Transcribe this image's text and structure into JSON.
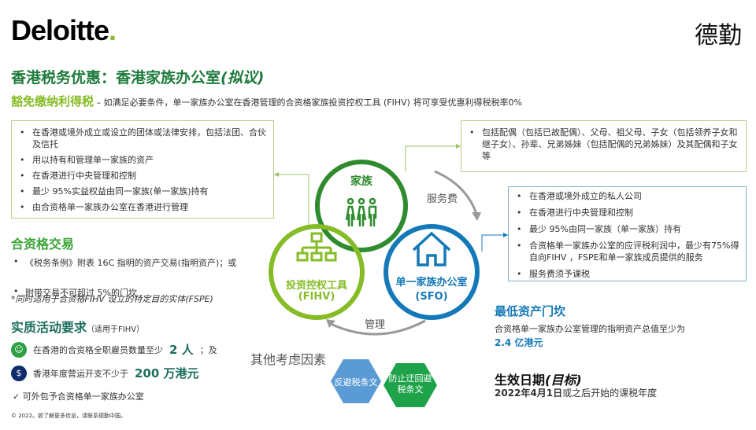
{
  "header": {
    "logo": "Deloitte",
    "logo_dot": ".",
    "brand_cn": "德勤"
  },
  "title": {
    "main": "香港税务优惠：香港家族办公室",
    "tag": "(拟议)"
  },
  "subtitle": {
    "highlight": "豁免缴纳利得税",
    "text": " – 如满足必要条件，单一家族办公室在香港管理的合资格家族投资控权工具 (FIHV) 将可享受优惠利得税税率0%"
  },
  "fihv_box": {
    "items": [
      "在香港或境外成立或设立的团体或法律安排，包括法团、合伙及信托",
      "用以持有和管理单一家族的资产",
      "在香港进行中央管理和控制",
      "最少 95%实益权益由同一家族(单一家族)持有",
      "由合资格单一家族办公室在香港进行管理"
    ]
  },
  "qualifying_transactions": {
    "heading": "合资格交易",
    "items": [
      "《税务条例》附表 16C 指明的资产交易(指明资产)；或",
      "附带交易不可超过 5%的门坎"
    ],
    "note": "*同时适用于合资格FIHV 设立的特定目的实体(FSPE)"
  },
  "substance": {
    "heading": "实质活动要求",
    "heading_note": "（适用于FIHV）",
    "row1_text": "在香港的合资格全职雇员数量至少",
    "row1_value": "2 人",
    "row1_suffix": "；及",
    "row2_text": "香港年度营运开支不少于",
    "row2_value": "200 万港元",
    "check_text": "✓ 可外包予合资格单一家族办公室"
  },
  "footer": {
    "copyright": "© 2022。欲了解更多信息，请联系德勤中国。"
  },
  "family_box": {
    "items": [
      "包括配偶（包括已故配偶）、父母、祖父母、子女（包括领养子女和继子女）、孙辈、兄弟姊妹（包括配偶的兄弟姊妹）及其配偶和子女等"
    ]
  },
  "sfo_box": {
    "items": [
      "在香港或境外成立的私人公司",
      "在香港进行中央管理和控制",
      "最少 95%由同一家族（单一家族）持有",
      "合资格单一家族办公室的应评税利润中，最少有75%得自向FIHV ，FSPE和单一家族成员提供的服务",
      "服务费须予课税"
    ]
  },
  "diagram": {
    "family_label": "家族",
    "fihv_label": "投资控权工具",
    "fihv_abbr": "(FIHV)",
    "sfo_label": "单一家族办公室",
    "sfo_abbr": "(SFO)",
    "service_fee": "服务费",
    "manage": "管理",
    "colors": {
      "family": "#2e8b2e",
      "fihv": "#86bc25",
      "sfo": "#1479b8"
    }
  },
  "other": {
    "heading": "其他考虑因素",
    "hex1": "反避税条文",
    "hex2_line1": "防止迂回避",
    "hex2_line2": "税条文"
  },
  "min_assets": {
    "heading": "最低资产门坎",
    "text": "合资格单一家族办公室管理的指明资产总值至少为",
    "value": "2.4 亿港元"
  },
  "effective": {
    "heading": "生效日期",
    "heading_tag": "(目标)",
    "date": "2022年4月1日",
    "text": "或之后开始的课税年度"
  }
}
